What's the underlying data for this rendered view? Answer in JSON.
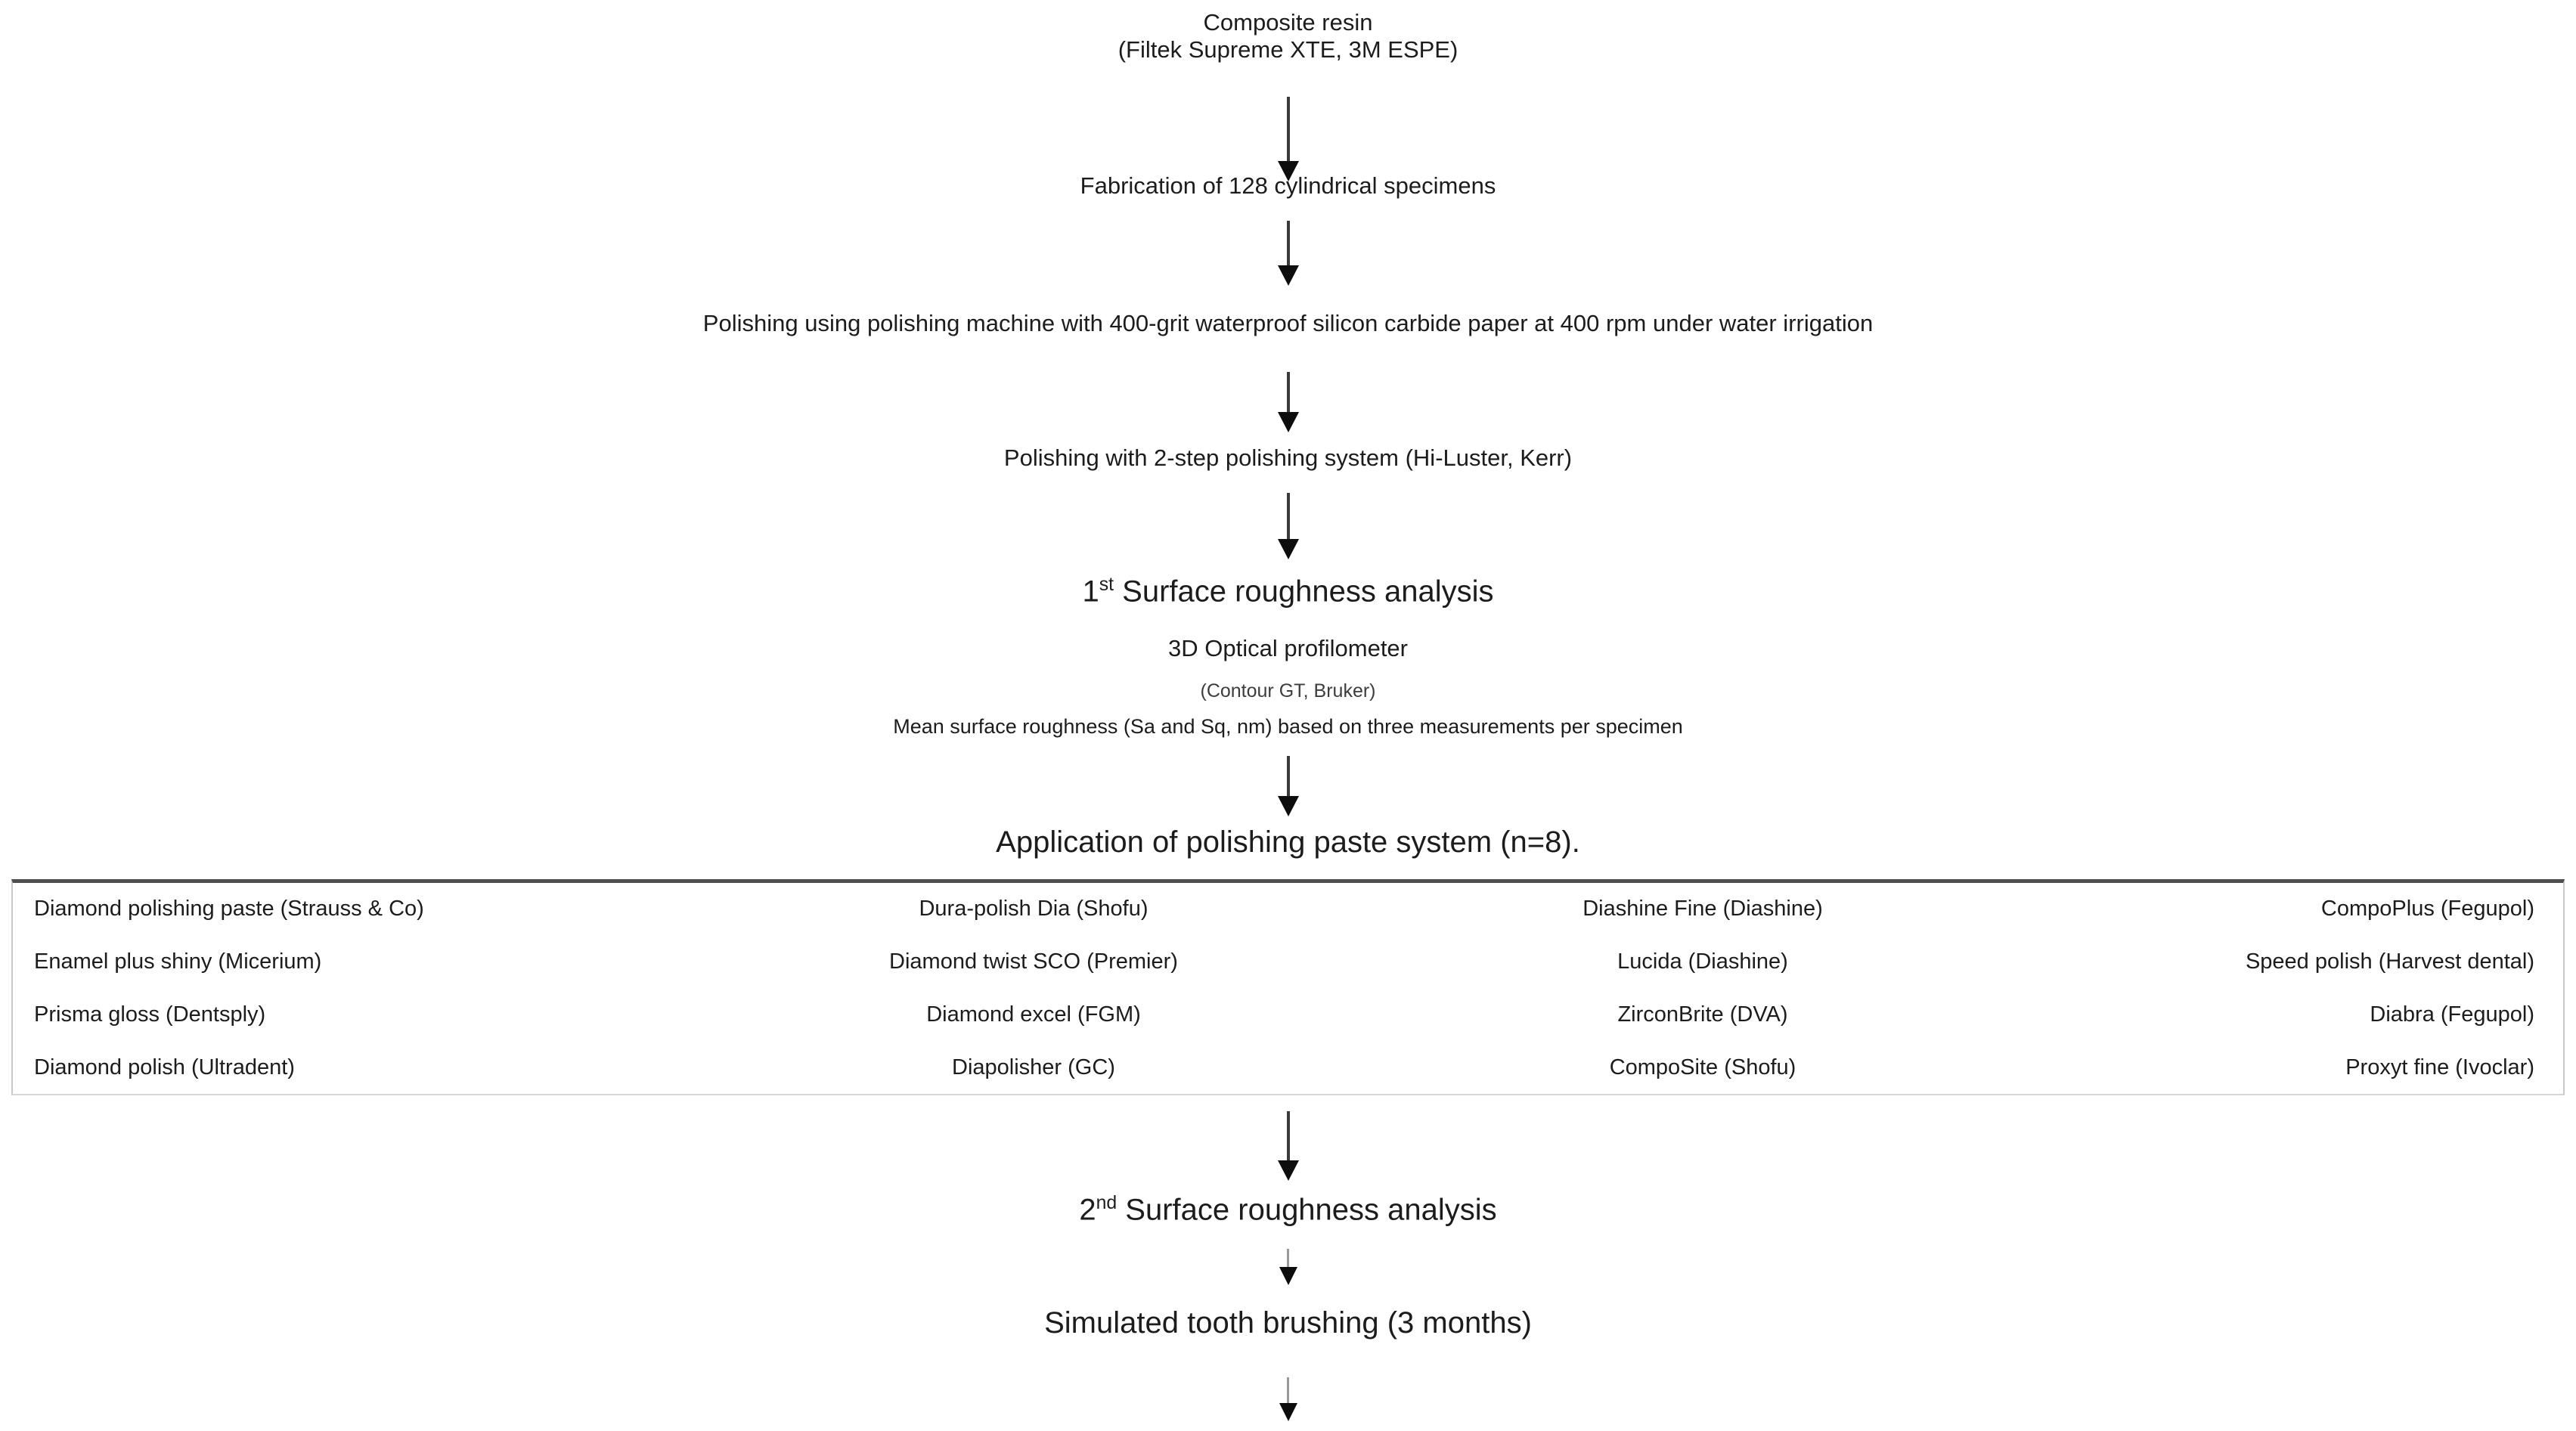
{
  "diagram": {
    "nodes": {
      "composite_resin": {
        "line1": "Composite resin",
        "line2": "(Filtek Supreme XTE, 3M ESPE)"
      },
      "fabrication": "Fabrication of 128 cylindrical specimens",
      "machine_polishing": "Polishing using polishing machine with 400-grit waterproof silicon carbide paper at 400 rpm under water irrigation",
      "two_step_polishing": "Polishing with 2-step polishing system (Hi-Luster, Kerr)",
      "first_analysis": {
        "ordinal": "1",
        "ordinal_suffix": "st",
        "title": " Surface roughness analysis",
        "instrument": "3D Optical profilometer",
        "instrument_detail": "(Contour GT, Bruker)",
        "method": "Mean surface roughness (Sa and Sq, nm) based on three measurements per specimen"
      },
      "application": "Application of polishing paste system (n=8).",
      "second_analysis": {
        "ordinal": "2",
        "ordinal_suffix": "nd",
        "title": " Surface roughness analysis"
      },
      "brushing": "Simulated tooth brushing (3 months)"
    },
    "paste_table": {
      "rows": [
        [
          "Diamond polishing paste (Strauss & Co)",
          "Dura-polish Dia (Shofu)",
          "Diashine Fine (Diashine)",
          "CompoPlus (Fegupol)"
        ],
        [
          "Enamel plus shiny (Micerium)",
          "Diamond twist SCO (Premier)",
          "Lucida (Diashine)",
          "Speed polish (Harvest dental)"
        ],
        [
          "Prisma gloss (Dentsply)",
          "Diamond excel (FGM)",
          "ZirconBrite (DVA)",
          "Diabra (Fegupol)"
        ],
        [
          "Diamond polish (Ultradent)",
          "Diapolisher (GC)",
          "CompoSite (Shofu)",
          "Proxyt fine (Ivoclar)"
        ]
      ]
    },
    "colors": {
      "text": "#1c1c1c",
      "arrow": "#0d0d0d",
      "table_border_top": "#4f4f4f",
      "table_border": "#c9c9c9"
    }
  }
}
